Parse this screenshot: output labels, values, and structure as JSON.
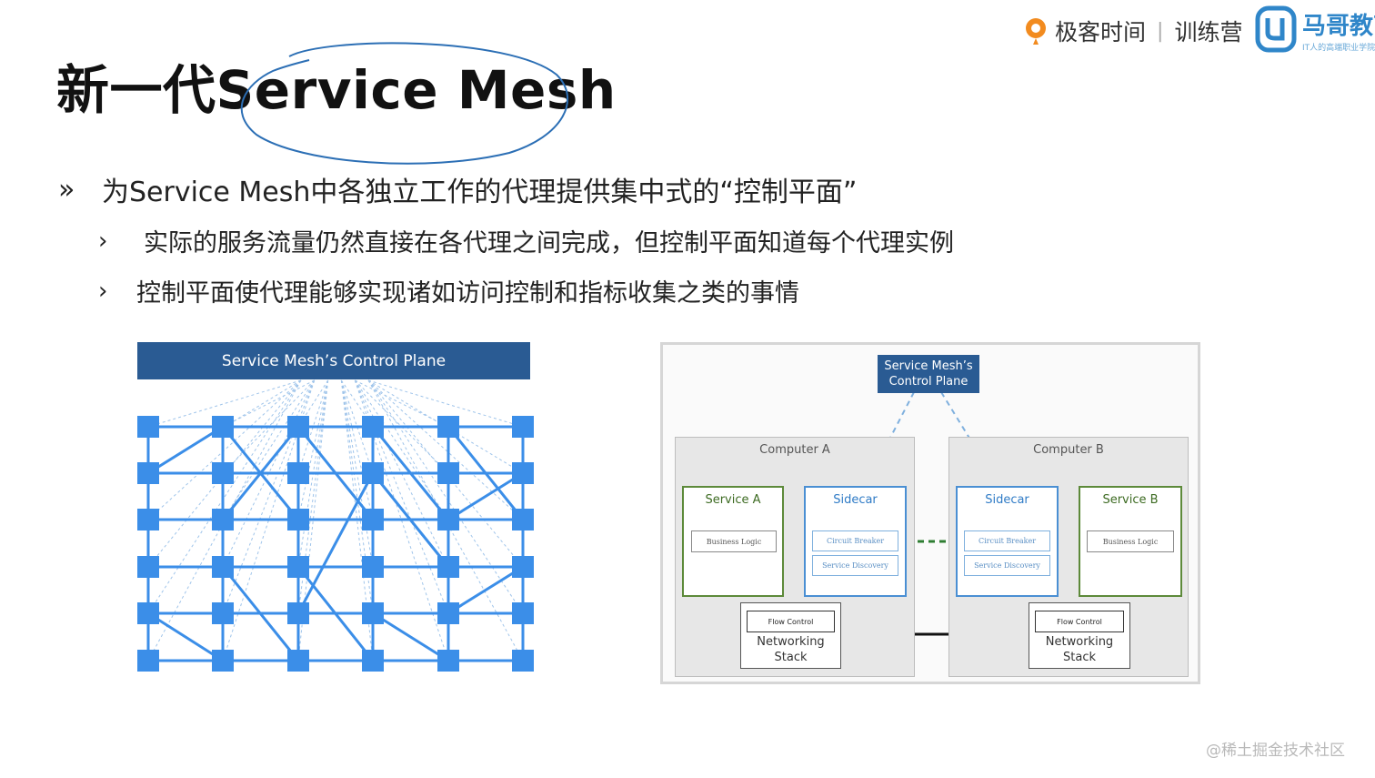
{
  "slide": {
    "title": "新一代Service Mesh",
    "bullets": [
      {
        "marker": "»",
        "text": "为Service Mesh中各独立工作的代理提供集中式的“控制平面”"
      },
      {
        "marker": "›",
        "text": "实际的服务流量仍然直接在各代理之间完成，但控制平面知道每个代理实例"
      },
      {
        "marker": "›",
        "text": "控制平面使代理能够实现诸如访问控制和指标收集之类的事情"
      }
    ]
  },
  "logos": {
    "geek_brand": "极客时间",
    "geek_program": "训练营",
    "mage_brand": "马哥教育",
    "mage_sub": "IT人的高端职业学院"
  },
  "left_diagram": {
    "banner": "Service Mesh’s Control Plane"
  },
  "right_diagram": {
    "control_plane": "Service Mesh’s\nControl Plane",
    "computer_a": "Computer A",
    "computer_b": "Computer B",
    "service_a": "Service A",
    "service_b": "Service B",
    "sidecar_a": "Sidecar",
    "sidecar_b": "Sidecar",
    "business_logic": "Business Logic",
    "circuit_breaker": "Circuit Breaker",
    "service_discovery": "Service Discovery",
    "flow_control": "Flow Control",
    "networking_stack": "Networking\nStack"
  },
  "watermark": "@稀土掘金技术社区",
  "colors": {
    "control_plane_bg": "#2a5b93",
    "node_blue": "#3b8ee8",
    "service_border": "#5d8a3a",
    "sidecar_border": "#4a8fd3",
    "annotation_stroke": "#2c6fb5"
  }
}
